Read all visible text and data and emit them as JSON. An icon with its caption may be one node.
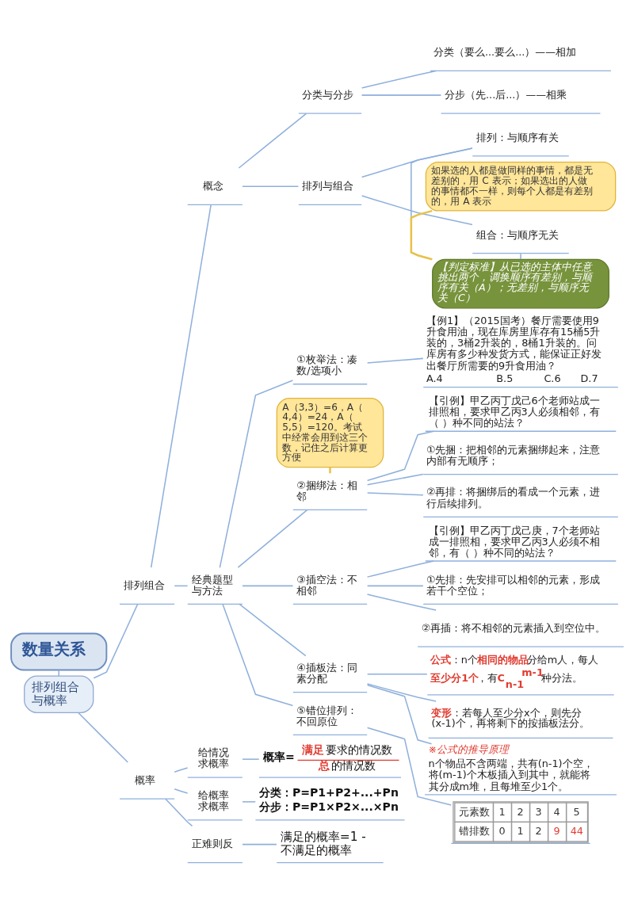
{
  "diagram": {
    "nodes": [
      {
        "text": [
          "数量关系"
        ]
      },
      {
        "text": [
          "排列组合与概率"
        ]
      },
      {
        "text": [
          "排列组合"
        ]
      },
      {
        "text": [
          "概念"
        ]
      },
      {
        "text": [
          "分类与分步"
        ]
      },
      {
        "text": [
          "分类（要么...要么...）——相加"
        ]
      },
      {
        "text": [
          "分步（先...后...）——相乘"
        ]
      },
      {
        "text": [
          "排列与组合"
        ]
      },
      {
        "text": [
          "排列：与顺序有关"
        ]
      },
      {
        "text": [
          "组合：与顺序无关"
        ]
      },
      {
        "text": [
          "【判定标准】从已选的主体中任意挑出两个，调换顺序有差别，与顺序有关（A）；无差别，与顺序无关（C）"
        ]
      },
      {
        "text": [
          "如果选的人都是做同样的事情，都是无差别的，用 C 表示；如果选出的人做的事情都不一样，则每个人都是有差别的，用 A 表示"
        ]
      },
      {
        "text": [
          "经典题型与方法"
        ]
      },
      {
        "text": [
          "①枚举法：凑数/选项小"
        ]
      },
      {
        "text": [
          "【例1】（2015国考）餐厅需要使用9升食用油，现在库房里库存有15桶5升装的，3桶2升装的，8桶1升装的。问库房有多少种发货方式，能保证正好发出餐厅所需要的9升食用油？",
          "A.4",
          "B.5",
          "C.6",
          "D.7"
        ]
      },
      {
        "text": [
          "②捆绑法：相邻"
        ]
      },
      {
        "text": [
          "【引例】甲乙丙丁戊己6个老师站成一排照相，要求甲乙丙3人必须相邻，有（ ）种不同的站法？"
        ]
      },
      {
        "text": [
          "①先捆：把相邻的元素捆绑起来，注意内部有无顺序；"
        ]
      },
      {
        "text": [
          "②再排：将捆绑后的看成一个元素，进行后续排列。"
        ]
      },
      {
        "text": [
          "A（3,3）=6，A（4,4）=24，A（5,5）=120。考试中经常会用到这三个数，记住之后计算更方便"
        ]
      },
      {
        "text": [
          "③插空法：不相邻"
        ]
      },
      {
        "text": [
          "【引例】甲乙丙丁戊己庚，7个老师站成一排照相，要求甲乙丙3人必须不相邻，有（ ）种不同的站法？"
        ]
      },
      {
        "text": [
          "①先排：先安排可以相邻的元素，形成若干个空位；"
        ]
      },
      {
        "text": [
          "②再插：将不相邻的元素插入到空位中。"
        ]
      },
      {
        "text": [
          "④插板法：同素分配"
        ]
      },
      {
        "text": [
          "**公式**：n个**相同的物品**分给m人，每人**至少分1个**，有**C$_{n-1}$$^{m-1}$**种分法。"
        ]
      },
      {
        "text": [
          "**变形**：若每人至少分x个，则先分(x-1)个，再将剩下的按插板法分。"
        ]
      },
      {
        "text": [
          "※公式的推导原理",
          "n个物品不含两端，共有(n-1)个空，将(m-1)个木板插入到其中，就能将其分成m堆，且每堆至少1个。"
        ]
      },
      {
        "text": [
          "⑤错位排列：不回原位"
        ]
      },
      {
        "text": [
          "元素数",
          "1",
          "2",
          "3",
          "4",
          "5",
          "错排数",
          "0",
          "1",
          "2",
          "9",
          "44"
        ]
      },
      {
        "text": [
          "概率"
        ]
      },
      {
        "text": [
          "给情况求概率"
        ]
      },
      {
        "text": [
          "概率=",
          "**满足**要求的情况数",
          "**总**的情况数"
        ]
      },
      {
        "text": [
          "给概率求概率"
        ]
      },
      {
        "text": [
          "分类：P=P1+P2+...+Pn",
          "分步：P=P1×P2×...×Pn"
        ]
      },
      {
        "text": [
          "正难则反"
        ]
      },
      {
        "text": [
          "满足的概率=1 - 不满足的概率"
        ]
      }
    ],
    "edges": [
      {
        "from": 0,
        "to": 1,
        "arrow": "none"
      },
      {
        "from": 1,
        "to": 2,
        "arrow": "none"
      },
      {
        "from": 2,
        "to": 3,
        "arrow": "none"
      },
      {
        "from": 3,
        "to": 4,
        "arrow": "none"
      },
      {
        "from": 4,
        "to": 5,
        "arrow": "none"
      },
      {
        "from": 4,
        "to": 6,
        "arrow": "none"
      },
      {
        "from": 3,
        "to": 7,
        "arrow": "none"
      },
      {
        "from": 7,
        "to": 8,
        "arrow": "none"
      },
      {
        "from": 7,
        "to": 9,
        "arrow": "none"
      },
      {
        "from": 8,
        "to": 10,
        "arrow": "none"
      },
      {
        "from": 9,
        "to": 10,
        "arrow": "none"
      },
      {
        "from": 11,
        "to": 10,
        "arrow": "none",
        "color": "#e9c24a"
      },
      {
        "from": 2,
        "to": 12,
        "arrow": "none"
      },
      {
        "from": 12,
        "to": 13,
        "arrow": "none"
      },
      {
        "from": 13,
        "to": 14,
        "arrow": "none"
      },
      {
        "from": 12,
        "to": 15,
        "arrow": "none"
      },
      {
        "from": 15,
        "to": 16,
        "arrow": "none"
      },
      {
        "from": 15,
        "to": 17,
        "arrow": "none"
      },
      {
        "from": 15,
        "to": 18,
        "arrow": "none"
      },
      {
        "from": 19,
        "to": 15,
        "arrow": "none",
        "color": "#e9c24a"
      },
      {
        "from": 12,
        "to": 20,
        "arrow": "none"
      },
      {
        "from": 20,
        "to": 21,
        "arrow": "none"
      },
      {
        "from": 20,
        "to": 22,
        "arrow": "none"
      },
      {
        "from": 20,
        "to": 23,
        "arrow": "none"
      },
      {
        "from": 12,
        "to": 24,
        "arrow": "none"
      },
      {
        "from": 24,
        "to": 25,
        "arrow": "none"
      },
      {
        "from": 24,
        "to": 26,
        "arrow": "none"
      },
      {
        "from": 24,
        "to": 27,
        "arrow": "none"
      },
      {
        "from": 12,
        "to": 28,
        "arrow": "none"
      },
      {
        "from": 28,
        "to": 29,
        "arrow": "none"
      },
      {
        "from": 1,
        "to": 30,
        "arrow": "none"
      },
      {
        "from": 30,
        "to": 31,
        "arrow": "none"
      },
      {
        "from": 31,
        "to": 32,
        "arrow": "none"
      },
      {
        "from": 30,
        "to": 33,
        "arrow": "none"
      },
      {
        "from": 33,
        "to": 34,
        "arrow": "none"
      },
      {
        "from": 30,
        "to": 35,
        "arrow": "none"
      },
      {
        "from": 35,
        "to": 36,
        "arrow": "none"
      }
    ]
  }
}
